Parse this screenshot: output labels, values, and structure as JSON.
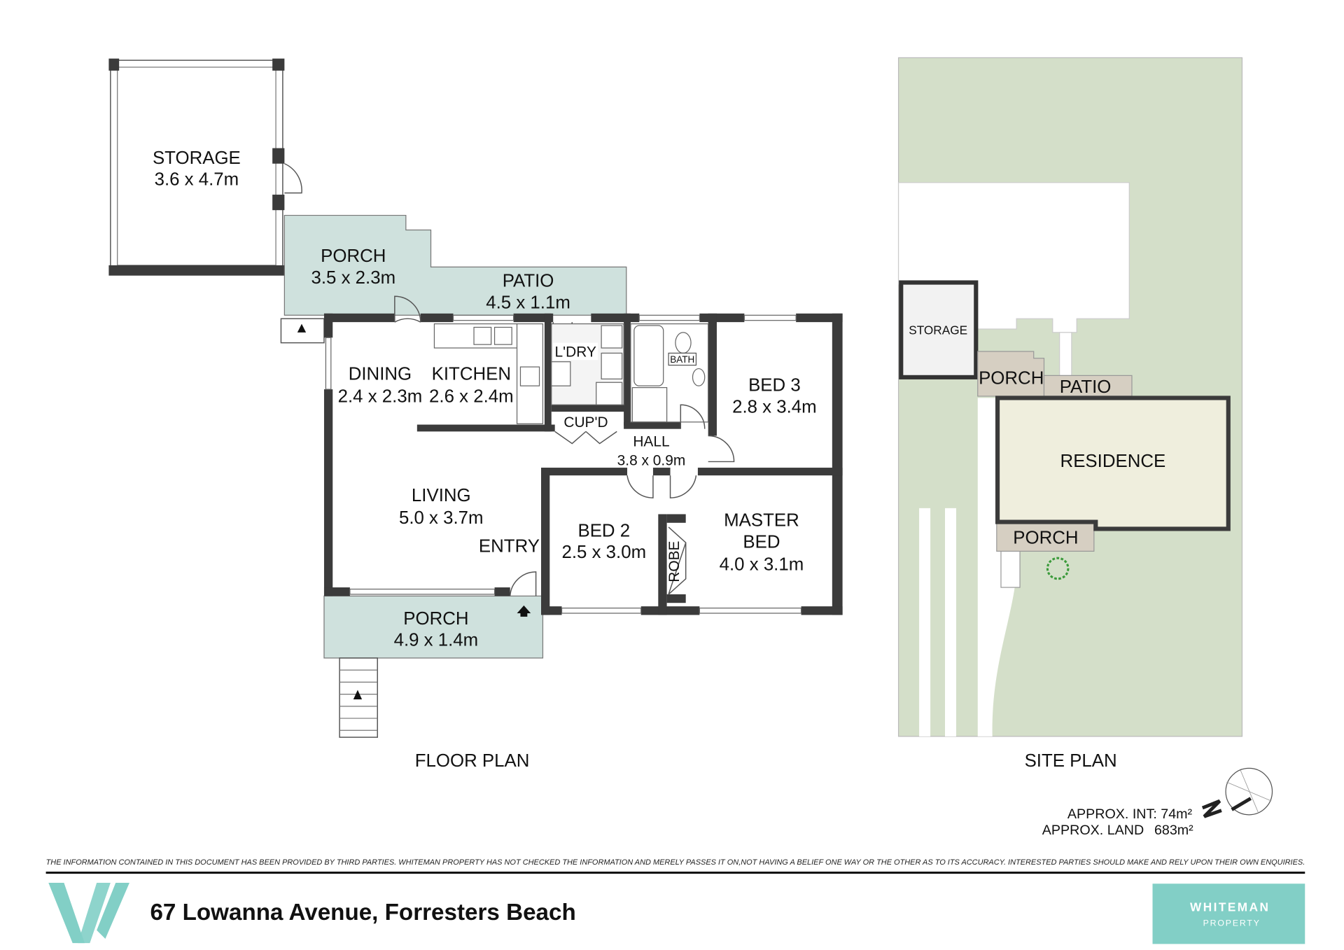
{
  "floor_plan": {
    "title": "FLOOR PLAN",
    "rooms": {
      "storage": {
        "name": "STORAGE",
        "size": "3.6 x 4.7m"
      },
      "porch_rear": {
        "name": "PORCH",
        "size": "3.5 x 2.3m"
      },
      "patio": {
        "name": "PATIO",
        "size": "4.5 x 1.1m"
      },
      "dining": {
        "name": "DINING",
        "size": "2.4 x 2.3m"
      },
      "kitchen": {
        "name": "KITCHEN",
        "size": "2.6 x 2.4m"
      },
      "laundry": {
        "name": "L'DRY"
      },
      "bath": {
        "name": "BATH"
      },
      "cupboard": {
        "name": "CUP'D"
      },
      "hall": {
        "name": "HALL",
        "size": "3.8 x 0.9m"
      },
      "bed3": {
        "name": "BED 3",
        "size": "2.8 x 3.4m"
      },
      "living": {
        "name": "LIVING",
        "size": "5.0 x 3.7m"
      },
      "entry": {
        "name": "ENTRY"
      },
      "bed2": {
        "name": "BED 2",
        "size": "2.5 x 3.0m"
      },
      "robe": {
        "name": "ROBE"
      },
      "master": {
        "name1": "MASTER",
        "name2": "BED",
        "size": "4.0 x 3.1m"
      },
      "porch_front": {
        "name": "PORCH",
        "size": "4.9 x 1.4m"
      }
    }
  },
  "site_plan": {
    "title": "SITE PLAN",
    "labels": {
      "storage": "STORAGE",
      "porch_rear": "PORCH",
      "patio": "PATIO",
      "residence": "RESIDENCE",
      "porch_front": "PORCH"
    }
  },
  "areas": {
    "internal": "APPROX. INT: 74m²",
    "land_label": "APPROX. LAND",
    "land_value": "683m²"
  },
  "disclaimer": "THE INFORMATION CONTAINED IN THIS DOCUMENT HAS BEEN PROVIDED BY THIRD PARTIES. WHITEMAN PROPERTY HAS NOT CHECKED THE INFORMATION AND MERELY PASSES IT ON,NOT HAVING A BELIEF ONE WAY OR THE OTHER AS TO ITS ACCURACY. INTERESTED PARTIES SHOULD MAKE AND RELY UPON THEIR OWN ENQUIRIES.",
  "address": "67 Lowanna Avenue, Forresters Beach",
  "brand": {
    "name": "WHITEMAN",
    "sub": "PROPERTY",
    "logo_letter": "W"
  },
  "colors": {
    "teal": "#82cfc6",
    "porch": "#cfe1dd",
    "site_green": "#d4dfc9",
    "site_tan": "#d6cfc2",
    "residence": "#efeedd"
  }
}
